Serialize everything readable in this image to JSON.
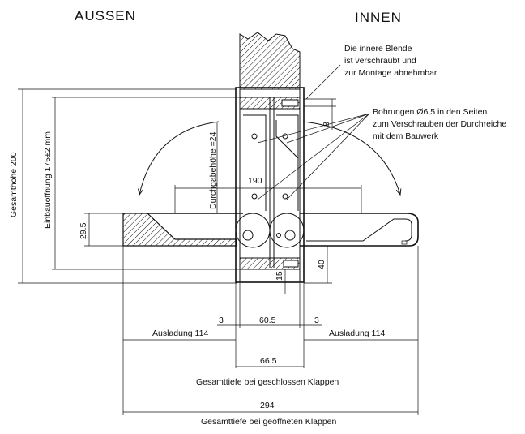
{
  "labels": {
    "outside": "AUSSEN",
    "inside": "INNEN",
    "inner_cover_1": "Die innere Blende",
    "inner_cover_2": "ist verschraubt und",
    "inner_cover_3": "zur Montage abnehmbar",
    "holes_1": "Bohrungen Ø6,5 in den Seiten",
    "holes_2": "zum Verschrauben der Durchreiche",
    "holes_3": "mit dem Bauwerk",
    "total_height": "Gesamthöhe 200",
    "install_opening": "Einbauöffnung  175±2 mm",
    "passage_height": "Durchgabehöhe =24",
    "dim_190": "190",
    "dim_29_5": "29.5",
    "dim_8": "8",
    "dim_40": "40",
    "dim_15": "15",
    "dim_3_left": "3",
    "dim_60_5": "60.5",
    "dim_3_right": "3",
    "reach_left": "Ausladung 114",
    "reach_right": "Ausladung 114",
    "dim_66_5": "66.5",
    "depth_closed": "Gesamttiefe bei geschlossen Klappen",
    "dim_294": "294",
    "depth_open": "Gesamttiefe bei geöffneten Klappen"
  }
}
